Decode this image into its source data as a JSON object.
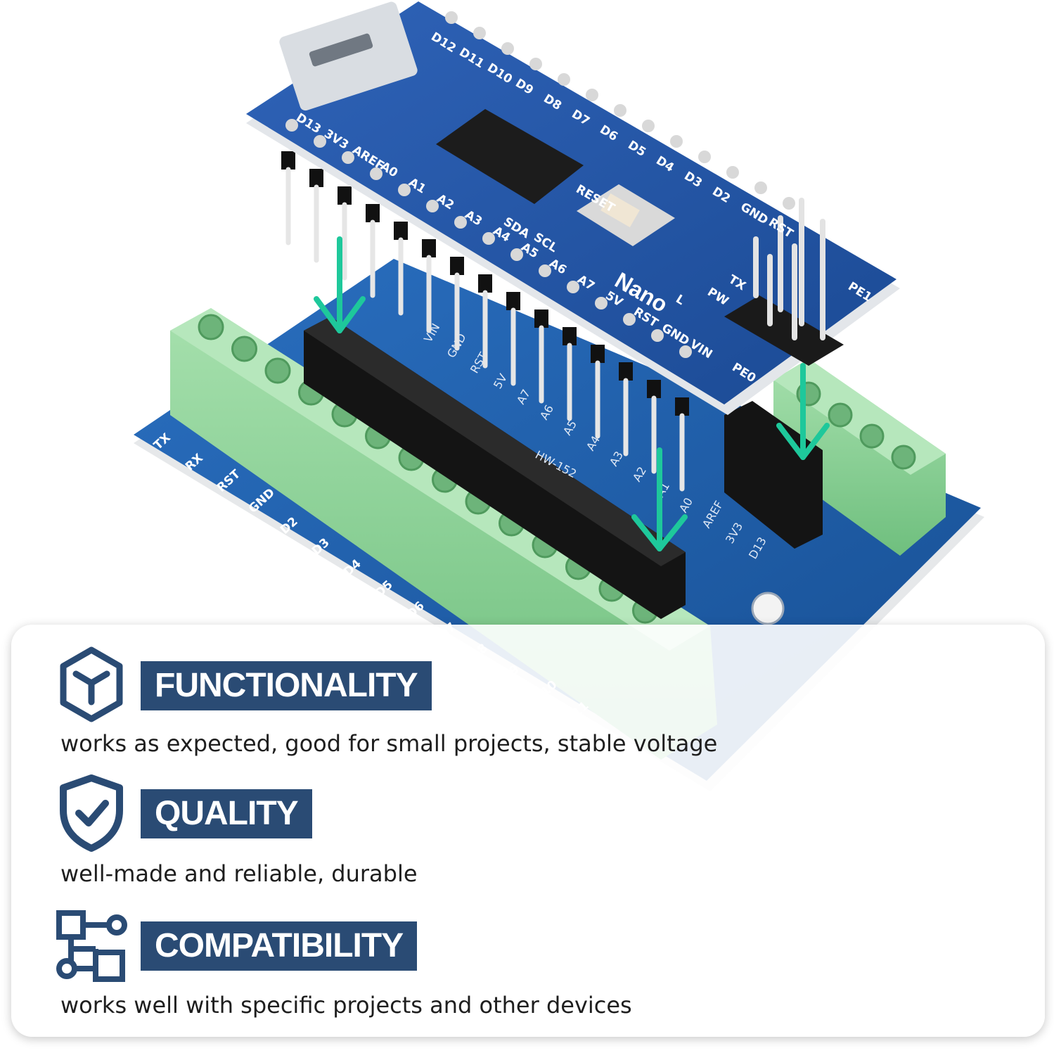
{
  "features": [
    {
      "icon": "cube-icon",
      "title": "FUNCTIONALITY",
      "description": "works as expected, good for small projects, stable voltage"
    },
    {
      "icon": "shield-check-icon",
      "title": "QUALITY",
      "description": "well-made and reliable, durable"
    },
    {
      "icon": "flowchart-icon",
      "title": "COMPATIBILITY",
      "description": "works well with specific projects and other devices"
    }
  ],
  "board": {
    "nano_label": "Nano",
    "shield_label": "HW-152",
    "reset_label": "RESET",
    "nano_pins_top": [
      "D12",
      "D11",
      "D10",
      "D9",
      "D8",
      "D7",
      "D6",
      "D5",
      "D4",
      "D3",
      "D2",
      "GND",
      "RST"
    ],
    "nano_pins_bottom": [
      "D13",
      "3V3",
      "AREF",
      "A0",
      "A1",
      "A2",
      "A3",
      "A4",
      "A5",
      "A6",
      "A7",
      "5V",
      "RST",
      "GND",
      "VIN"
    ],
    "nano_misc": [
      "SDA",
      "SCL",
      "TX",
      "PW",
      "L",
      "PE1",
      "PE0"
    ],
    "shield_terminal_labels": [
      "TX",
      "RX",
      "RST",
      "GND",
      "D2",
      "D3",
      "D4",
      "D5",
      "D6",
      "D7",
      "D8",
      "D9",
      "D10",
      "D11"
    ],
    "shield_header_labels": [
      "VIN",
      "GND",
      "RST",
      "5V",
      "A7",
      "A6",
      "A5",
      "A4",
      "A3",
      "A2",
      "A1",
      "A0",
      "AREF",
      "3V3",
      "D13"
    ]
  },
  "colors": {
    "title_bg": "#2a4b74",
    "pcb_blue": "#1f5ca8",
    "terminal_green": "#8fd39a",
    "arrow_teal": "#1ec89b"
  }
}
